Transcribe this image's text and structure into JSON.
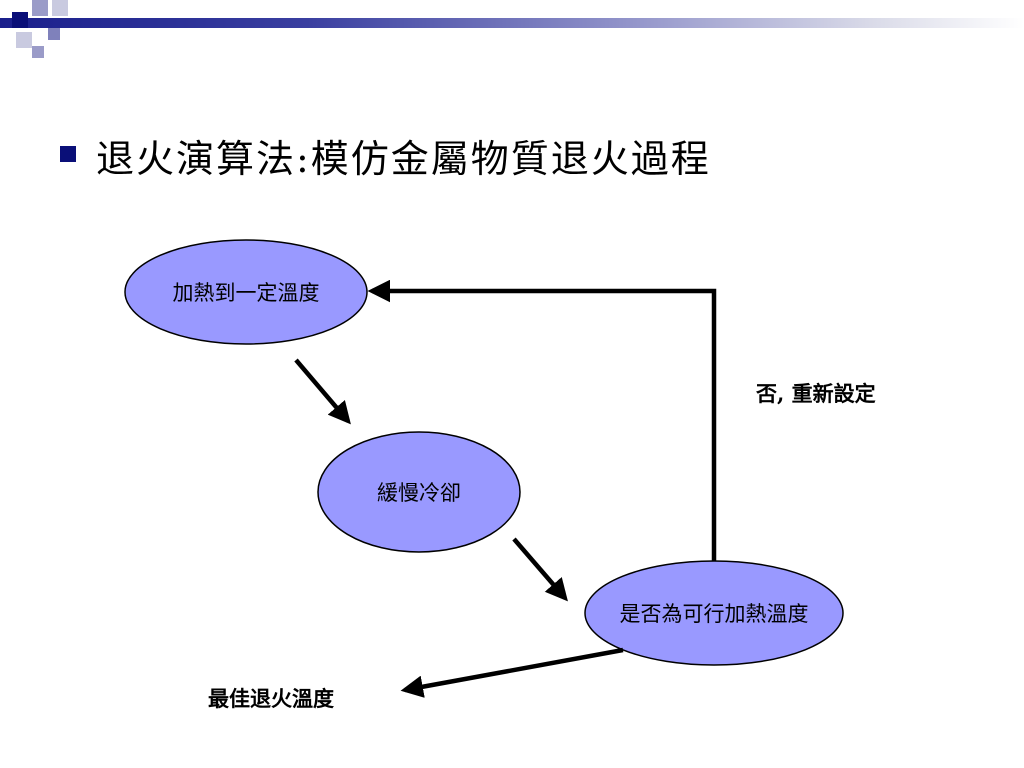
{
  "slide": {
    "title": "退火演算法:模仿金屬物質退火過程",
    "bullet_color": "#0a0f78"
  },
  "diagram": {
    "nodes": [
      {
        "id": "heat",
        "label": "加熱到一定溫度"
      },
      {
        "id": "cool",
        "label": "緩慢冷卻"
      },
      {
        "id": "check",
        "label": "是否為可行加熱溫度"
      }
    ],
    "edges": [
      {
        "from": "heat",
        "to": "cool",
        "label": ""
      },
      {
        "from": "cool",
        "to": "check",
        "label": ""
      },
      {
        "from": "check",
        "to": "heat",
        "label": "否, 重新設定"
      },
      {
        "from": "check",
        "to": "result",
        "label": ""
      }
    ],
    "result_label": "最佳退火溫度",
    "colors": {
      "node_fill": "#9999ff",
      "node_stroke": "#000000",
      "arrow": "#000000"
    }
  }
}
